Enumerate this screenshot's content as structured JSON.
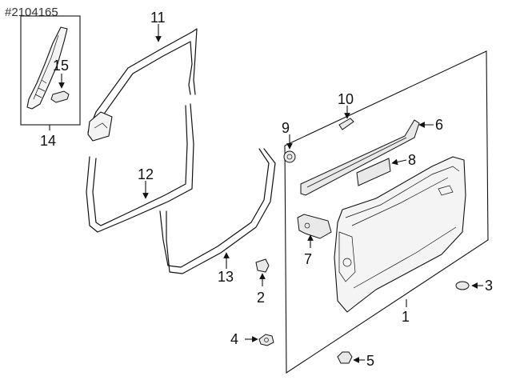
{
  "diagram": {
    "watermark": "#2104165",
    "callouts": {
      "c1": "1",
      "c3": "3",
      "c4": "4",
      "c5": "5",
      "c6": "6",
      "c7": "7",
      "c8": "8",
      "c9": "9",
      "c10": "10",
      "c11": "11",
      "c12": "12",
      "c13": "13",
      "c14": "14",
      "c15": "15"
    }
  }
}
